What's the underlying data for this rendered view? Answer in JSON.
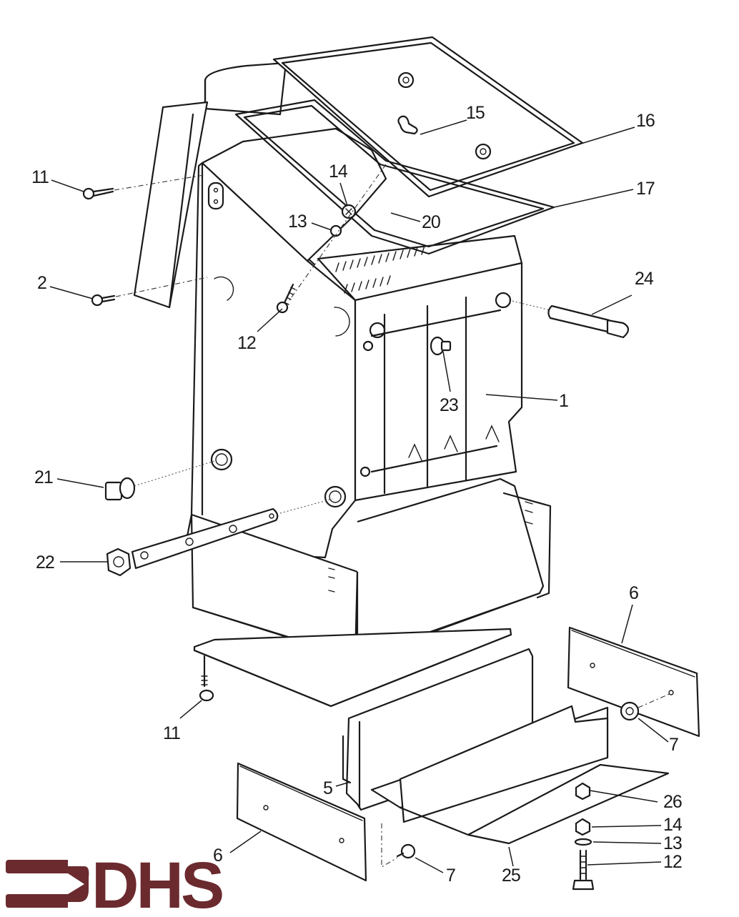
{
  "title": "Boiler heat exchanger exploded parts diagram",
  "logo": {
    "text": "DHS",
    "color": "#6b2a2e",
    "icon": "arrow-right-icon"
  },
  "line_color": "#1a1a1a",
  "callouts": [
    {
      "id": "c16",
      "label": "16",
      "part": "top gasket"
    },
    {
      "id": "c17",
      "label": "17",
      "part": "lower gasket"
    },
    {
      "id": "c15",
      "label": "15",
      "part": "wing nut"
    },
    {
      "id": "c14a",
      "label": "14",
      "part": "nut"
    },
    {
      "id": "c13a",
      "label": "13",
      "part": "washer"
    },
    {
      "id": "c20",
      "label": "20",
      "part": "baffle"
    },
    {
      "id": "c11a",
      "label": "11",
      "part": "screw"
    },
    {
      "id": "c2",
      "label": "2",
      "part": "screw"
    },
    {
      "id": "c12a",
      "label": "12",
      "part": "stud"
    },
    {
      "id": "c24",
      "label": "24",
      "part": "pocket"
    },
    {
      "id": "c23",
      "label": "23",
      "part": "plug"
    },
    {
      "id": "c1",
      "label": "1",
      "part": "heat exchanger"
    },
    {
      "id": "c21",
      "label": "21",
      "part": "plug"
    },
    {
      "id": "c22",
      "label": "22",
      "part": "tube"
    },
    {
      "id": "c11b",
      "label": "11",
      "part": "screw"
    },
    {
      "id": "c6a",
      "label": "6",
      "part": "side panel right"
    },
    {
      "id": "c7a",
      "label": "7",
      "part": "screw right"
    },
    {
      "id": "c5",
      "label": "5",
      "part": "burner tray"
    },
    {
      "id": "c26",
      "label": "26",
      "part": "nut"
    },
    {
      "id": "c14b",
      "label": "14",
      "part": "nut"
    },
    {
      "id": "c13b",
      "label": "13",
      "part": "washer"
    },
    {
      "id": "c12b",
      "label": "12",
      "part": "bolt"
    },
    {
      "id": "c6b",
      "label": "6",
      "part": "side panel left"
    },
    {
      "id": "c7b",
      "label": "7",
      "part": "screw left"
    },
    {
      "id": "c25",
      "label": "25",
      "part": "burner"
    }
  ]
}
